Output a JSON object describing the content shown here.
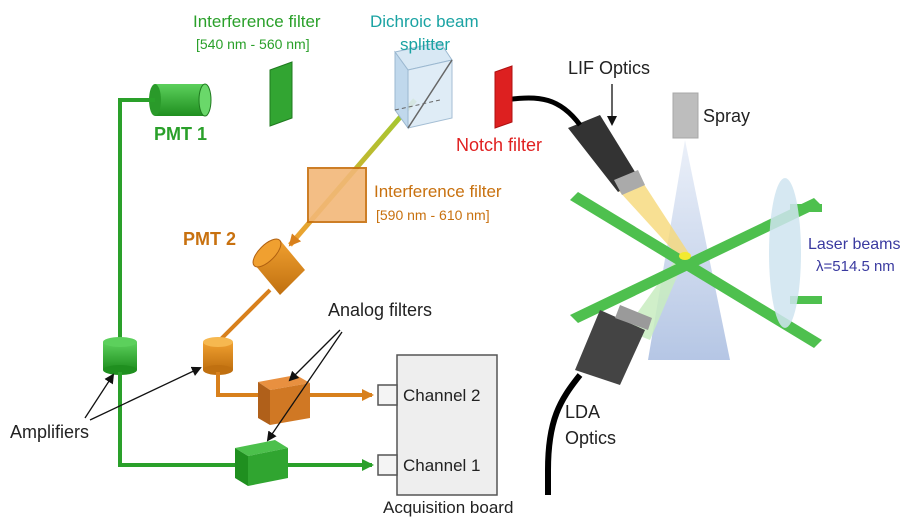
{
  "labels": {
    "interference_filter_1": "Interference filter",
    "interference_filter_1_range": "[540 nm - 560 nm]",
    "dichroic_line1": "Dichroic beam",
    "dichroic_line2": "splitter",
    "lif_optics": "LIF Optics",
    "spray": "Spray",
    "pmt1": "PMT 1",
    "notch_filter": "Notch filter",
    "interference_filter_2": "Interference filter",
    "interference_filter_2_range": "[590 nm - 610 nm]",
    "pmt2": "PMT 2",
    "laser_beams": "Laser beams",
    "wavelength": "λ=514.5 nm",
    "analog_filters": "Analog filters",
    "amplifiers": "Amplifiers",
    "channel2": "Channel 2",
    "channel1": "Channel 1",
    "lda_line1": "LDA",
    "lda_line2": "Optics",
    "acquisition_board": "Acquisition board"
  },
  "colors": {
    "green": "#2aa02a",
    "teal": "#1aa3a3",
    "orange": "#c8710f",
    "red": "#e02020",
    "blue": "#3a3aa0"
  }
}
